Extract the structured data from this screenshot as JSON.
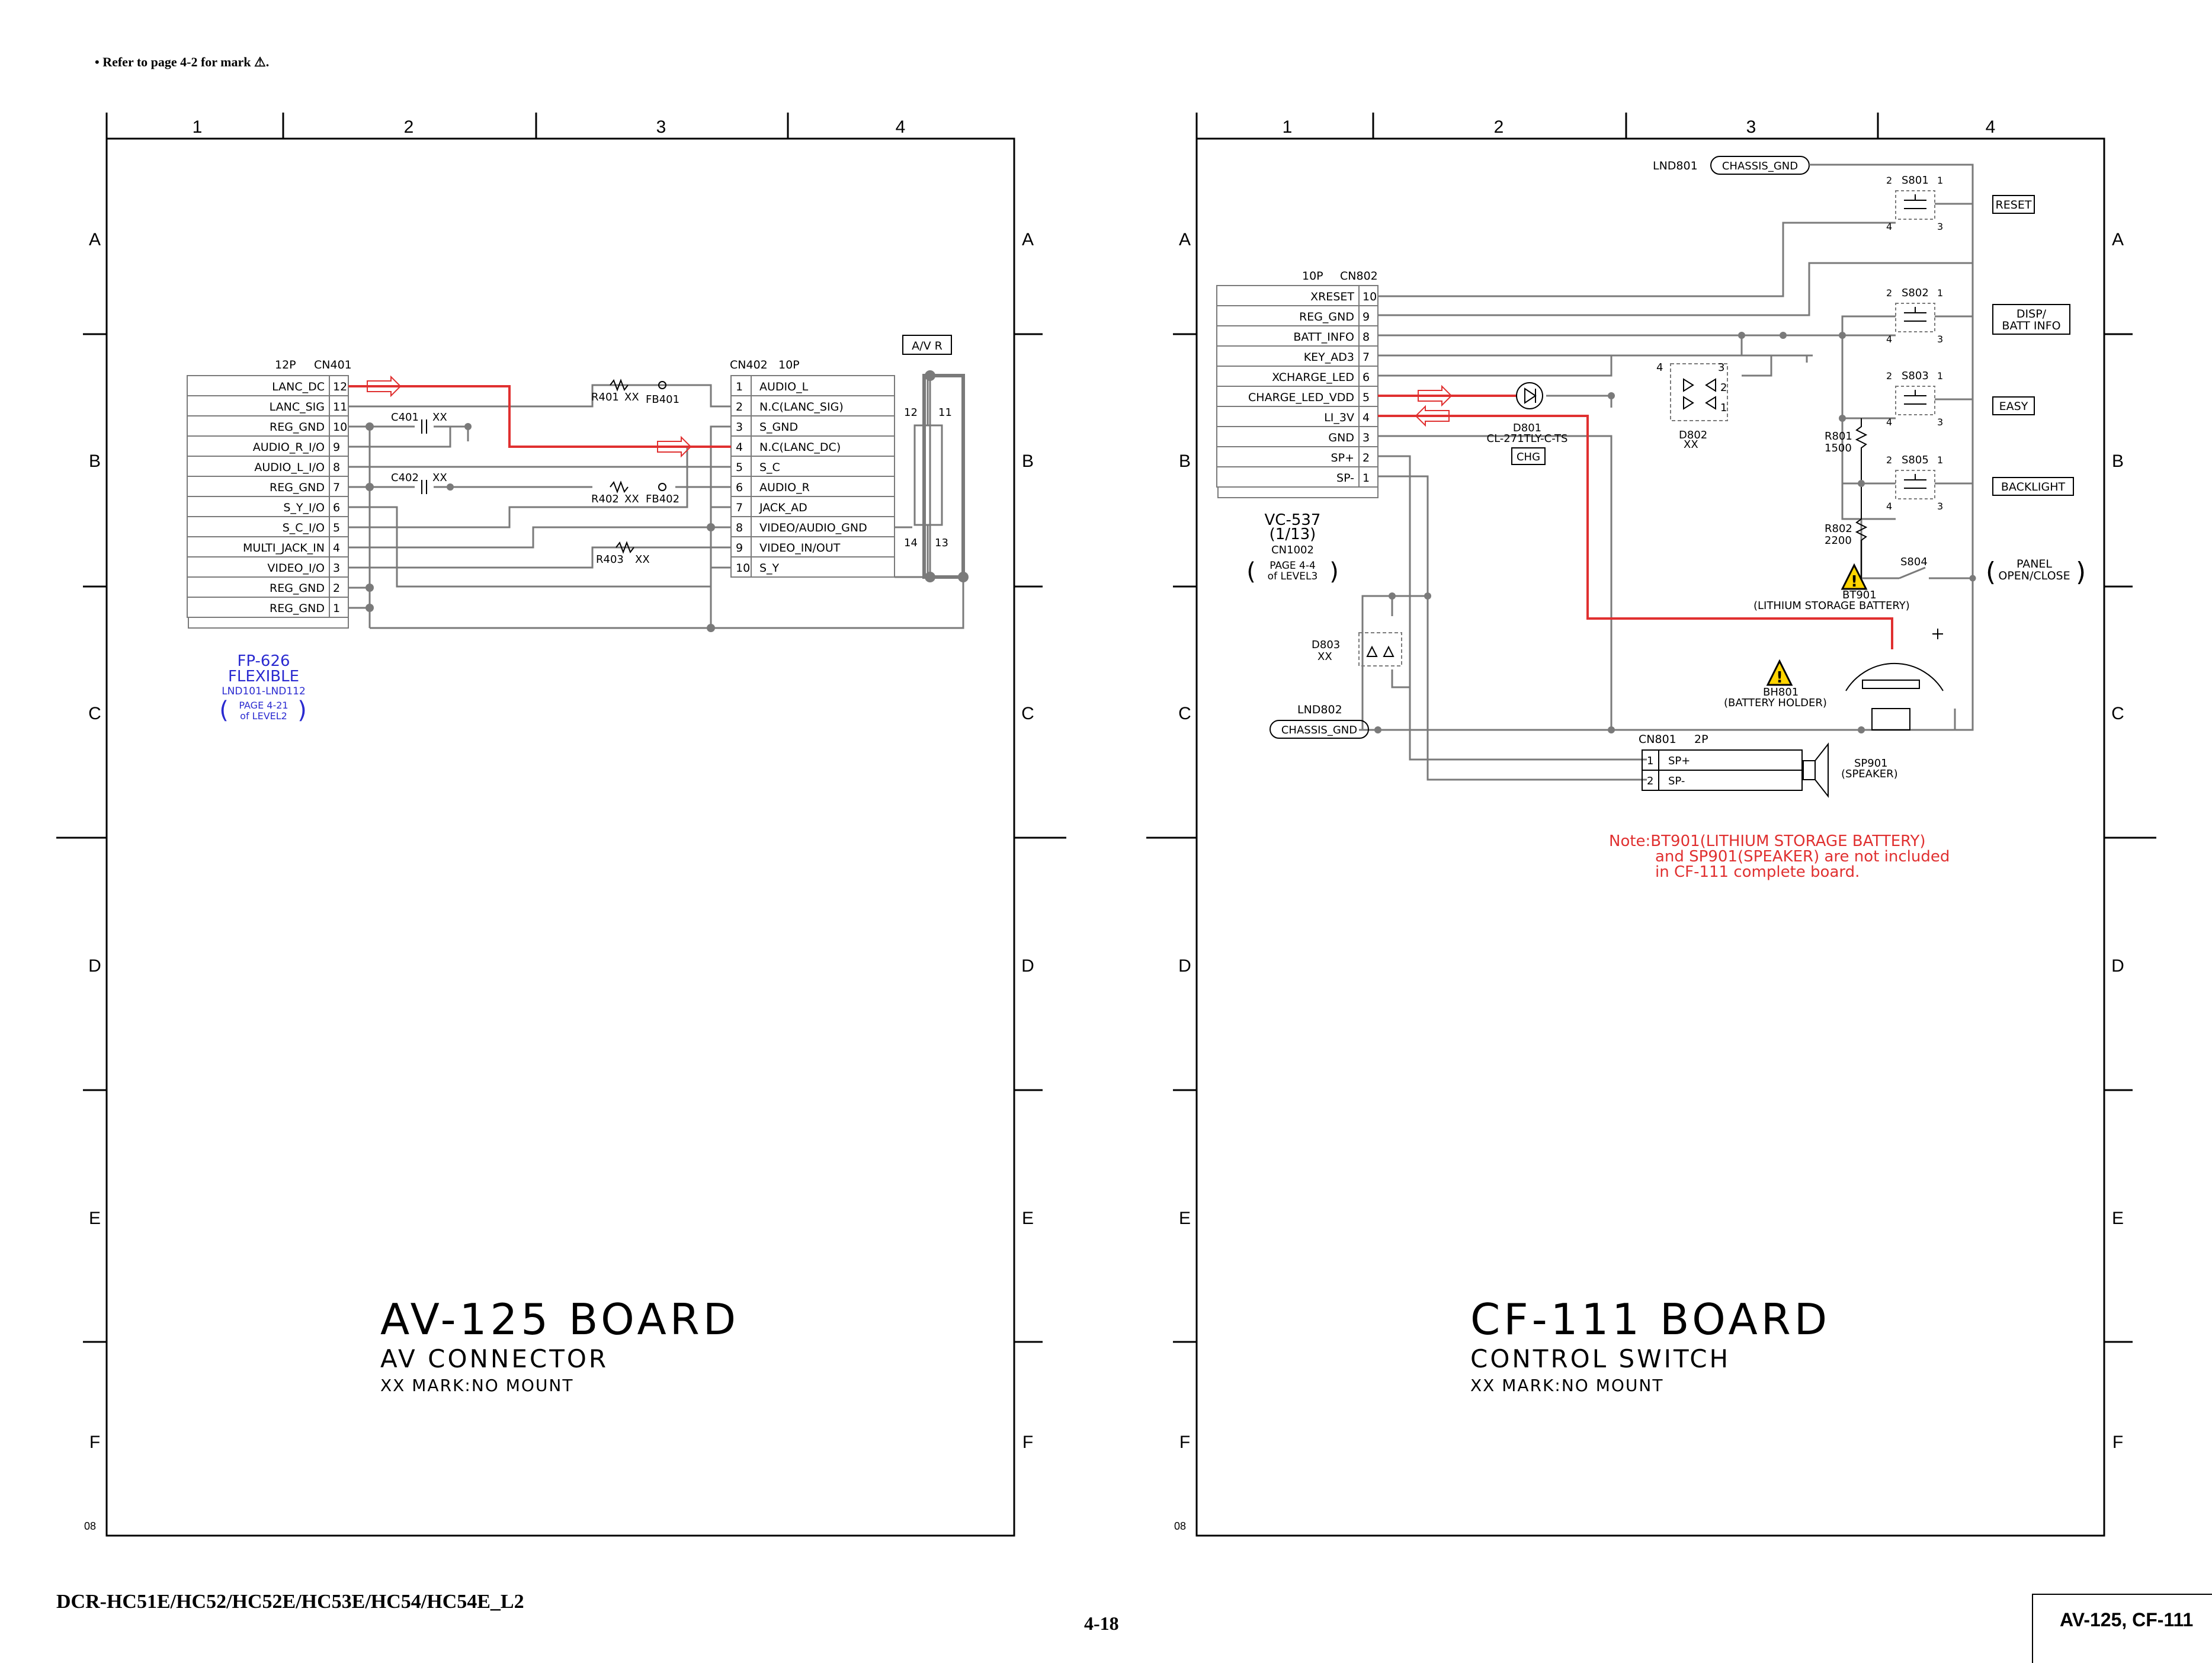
{
  "page_note": "• Refer to page 4-2 for mark ⚠.",
  "footer": {
    "models": "DCR-HC51E/HC52/HC52E/HC53E/HC54/HC54E_L2",
    "page_number": "4-18",
    "boards": "AV-125, CF-111"
  },
  "grid": {
    "columns": [
      "1",
      "2",
      "3",
      "4"
    ],
    "rows": [
      "A",
      "B",
      "C",
      "D",
      "E",
      "F"
    ],
    "code": "08"
  },
  "av125": {
    "title": "AV-125 BOARD",
    "subtitle": "AV CONNECTOR",
    "note": "XX MARK:NO MOUNT",
    "cn401": {
      "label": "CN401",
      "pins_label": "12P",
      "pins": [
        {
          "num": "12",
          "name": "LANC_DC"
        },
        {
          "num": "11",
          "name": "LANC_SIG"
        },
        {
          "num": "10",
          "name": "REG_GND"
        },
        {
          "num": "9",
          "name": "AUDIO_R_I/O"
        },
        {
          "num": "8",
          "name": "AUDIO_L_I/O"
        },
        {
          "num": "7",
          "name": "REG_GND"
        },
        {
          "num": "6",
          "name": "S_Y_I/O"
        },
        {
          "num": "5",
          "name": "S_C_I/O"
        },
        {
          "num": "4",
          "name": "MULTI_JACK_IN"
        },
        {
          "num": "3",
          "name": "VIDEO_I/O"
        },
        {
          "num": "2",
          "name": "REG_GND"
        },
        {
          "num": "1",
          "name": "REG_GND"
        }
      ]
    },
    "cn402": {
      "label": "CN402",
      "pins_label": "10P",
      "pins": [
        {
          "num": "1",
          "name": "AUDIO_L"
        },
        {
          "num": "2",
          "name": "N.C(LANC_SIG)"
        },
        {
          "num": "3",
          "name": "S_GND"
        },
        {
          "num": "4",
          "name": "N.C(LANC_DC)"
        },
        {
          "num": "5",
          "name": "S_C"
        },
        {
          "num": "6",
          "name": "AUDIO_R"
        },
        {
          "num": "7",
          "name": "JACK_AD"
        },
        {
          "num": "8",
          "name": "VIDEO/AUDIO_GND"
        },
        {
          "num": "9",
          "name": "VIDEO_IN/OUT"
        },
        {
          "num": "10",
          "name": "S_Y"
        }
      ]
    },
    "parts": {
      "c401": "C401",
      "c401_xx": "XX",
      "c402": "C402",
      "c402_xx": "XX",
      "r401": "R401",
      "r401_xx": "XX",
      "fb401": "FB401",
      "r402": "R402",
      "r402_xx": "XX",
      "fb402": "FB402",
      "r403": "R403",
      "r403_xx": "XX",
      "av_r": "A/V R",
      "jack_pins": [
        "12",
        "11",
        "14",
        "13"
      ]
    },
    "flex": {
      "name": "FP-626",
      "type": "FLEXIBLE",
      "lnd": "LND101-LND112",
      "page": "PAGE 4-21",
      "level": "of LEVEL2"
    }
  },
  "cf111": {
    "title": "CF-111 BOARD",
    "subtitle": "CONTROL SWITCH",
    "note": "XX MARK:NO MOUNT",
    "cn802": {
      "label": "CN802",
      "pins_label": "10P",
      "pins": [
        {
          "num": "10",
          "name": "XRESET"
        },
        {
          "num": "9",
          "name": "REG_GND"
        },
        {
          "num": "8",
          "name": "BATT_INFO"
        },
        {
          "num": "7",
          "name": "KEY_AD3"
        },
        {
          "num": "6",
          "name": "XCHARGE_LED"
        },
        {
          "num": "5",
          "name": "CHARGE_LED_VDD"
        },
        {
          "num": "4",
          "name": "LI_3V"
        },
        {
          "num": "3",
          "name": "GND"
        },
        {
          "num": "2",
          "name": "SP+"
        },
        {
          "num": "1",
          "name": "SP-"
        }
      ]
    },
    "vc537": {
      "name": "VC-537",
      "sheet": "(1/13)",
      "cn": "CN1002",
      "page": "PAGE 4-4",
      "level": "of LEVEL3"
    },
    "lnd801": "LND801",
    "lnd802": "LND802",
    "chassis_gnd": "CHASSIS_GND",
    "switches": {
      "s801": "S801",
      "s802": "S802",
      "s803": "S803",
      "s805": "S805",
      "s804": "S804",
      "reset": "RESET",
      "disp_line1": "DISP/",
      "disp_line2": "BATT INFO",
      "easy": "EASY",
      "backlight": "BACKLIGHT",
      "panel_line1": "PANEL",
      "panel_line2": "OPEN/CLOSE",
      "pins": [
        "1",
        "2",
        "3",
        "4"
      ]
    },
    "r801": "R801",
    "r801_val": "1500",
    "r802": "R802",
    "r802_val": "2200",
    "d801": "D801",
    "d801_part": "CL-271TLY-C-TS",
    "chg": "CHG",
    "d802": "D802",
    "d802_xx": "XX",
    "d803": "D803",
    "d803_xx": "XX",
    "bt901": "BT901",
    "bt901_desc": "(LITHIUM STORAGE BATTERY)",
    "bh801": "BH801",
    "bh801_desc": "(BATTERY HOLDER)",
    "cn801": {
      "label": "CN801",
      "pins_label": "2P",
      "pins": [
        {
          "num": "1",
          "name": "SP+"
        },
        {
          "num": "2",
          "name": "SP-"
        }
      ]
    },
    "sp901": "SP901",
    "sp901_desc": "(SPEAKER)",
    "note_line1": "Note:BT901(LITHIUM STORAGE BATTERY)",
    "note_line2": "and SP901(SPEAKER) are not included",
    "note_line3": "in CF-111 complete board."
  },
  "colors": {
    "wire": "#7a7a7a",
    "signal": "#e03030",
    "flex_label": "#2a2ad0",
    "note": "#e03030",
    "warning": "#ffd400"
  }
}
